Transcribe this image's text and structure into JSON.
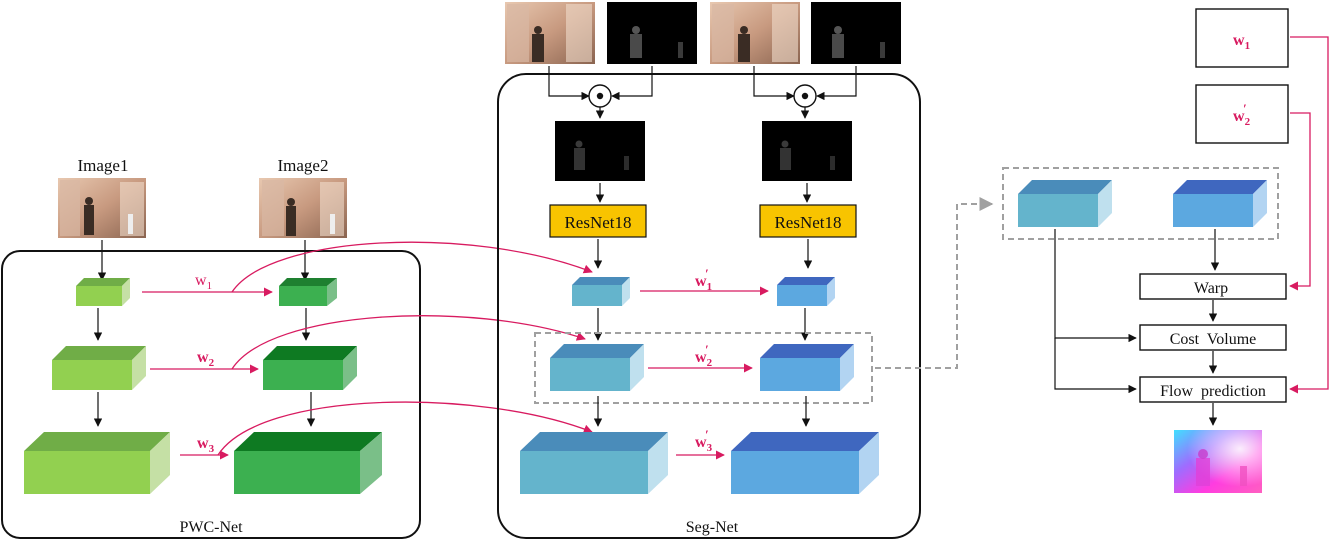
{
  "pwc": {
    "image1_label": "Image1",
    "image2_label": "Image2",
    "caption": "PWC-Net",
    "weights": [
      "w",
      "w",
      "w"
    ],
    "weight_subs": [
      "1",
      "2",
      "3"
    ]
  },
  "seg": {
    "caption": "Seg-Net",
    "backbone_left": "ResNet18",
    "backbone_right": "ResNet18",
    "weights": [
      "w",
      "w",
      "w"
    ],
    "weight_subs": [
      "1",
      "2",
      "3"
    ],
    "prime": "′"
  },
  "right": {
    "w1_label": "w",
    "w1_sub": "1",
    "w2_label": "w",
    "w2_sub": "2",
    "w2_prime": "′",
    "warp": "Warp",
    "cost_volume": "Cost  Volume",
    "flow_prediction": "Flow  prediction"
  },
  "colors": {
    "accent_arrow": "#d81b60",
    "dashed": "#a0a0a0",
    "backbone_fill": "#f8c400",
    "green_light": "#92d050",
    "green_dark": "#3cb050",
    "blue_light": "#64b4cc",
    "blue_dark": "#5ca8e0"
  }
}
